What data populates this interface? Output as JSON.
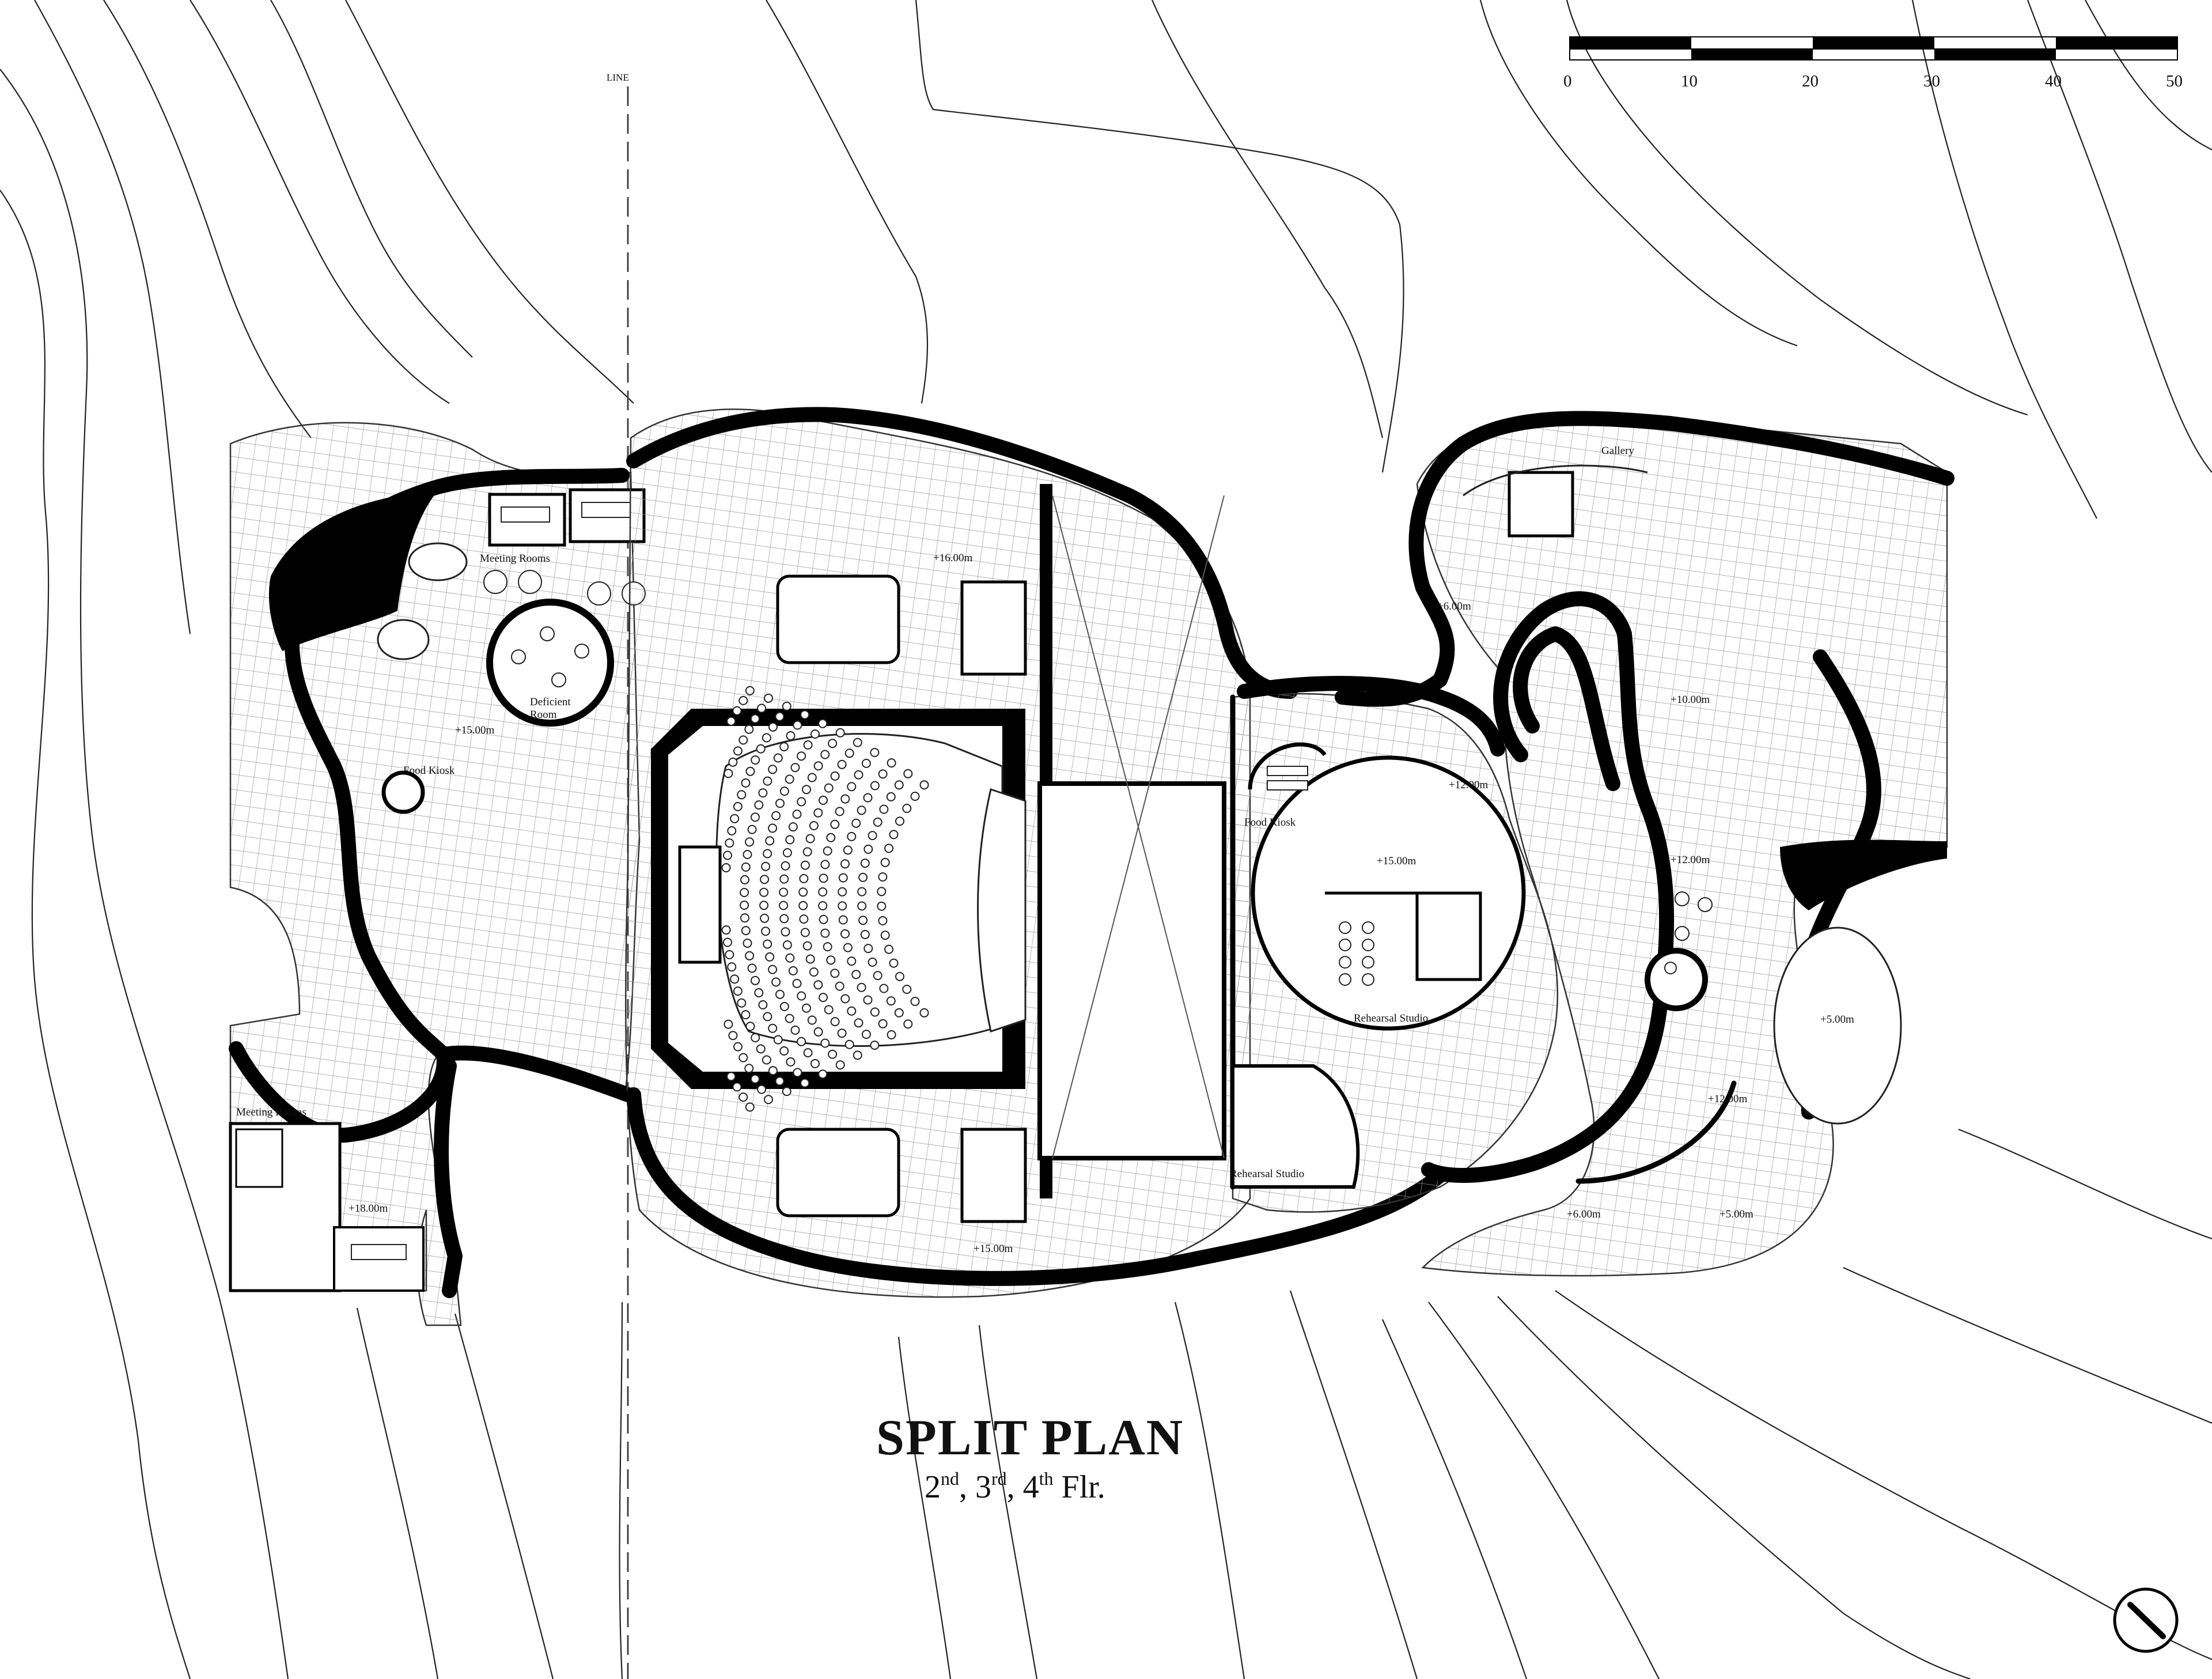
{
  "title": "SPLIT PLAN",
  "subtitle": {
    "f2": "2",
    "f2_sup": "nd",
    "f3": "3",
    "f3_sup": "rd",
    "f4": "4",
    "f4_sup": "th",
    "suffix": "Flr."
  },
  "split_line_label": "LINE",
  "scale_bar": {
    "ticks": [
      "0",
      "10",
      "20",
      "30",
      "40",
      "50"
    ]
  },
  "rooms": {
    "meeting_rooms_top": "Meeting Rooms",
    "deficient_room_1": "Deficient",
    "deficient_room_2": "Room",
    "food_kiosk_left": "Food Kiosk",
    "meeting_rooms_bottom": "Meeting Rooms",
    "food_kiosk_right": "Food Kiosk",
    "rehearsal_studio_main": "Rehearsal Studio",
    "rehearsal_studio_lower": "Rehearsal Studio",
    "gallery": "Gallery"
  },
  "levels": {
    "l_15_left": "+15.00m",
    "l_18": "+18.00m",
    "l_16": "+16.00m",
    "l_15_bottom": "+15.00m",
    "l_15_studio": "+15.00m",
    "l_12_studio": "+12.00m",
    "l_6_top": "+6.00m",
    "l_10": "+10.00m",
    "l_12_mid": "+12.00m",
    "l_12_low": "+12.00m",
    "l_5_right": "+5.00m",
    "l_6_bottom": "+6.00m",
    "l_5_bottom": "+5.00m"
  },
  "colors": {
    "ink": "#000000",
    "paper": "#ffffff"
  },
  "icons": {
    "north_arrow": "north-arrow-icon"
  }
}
